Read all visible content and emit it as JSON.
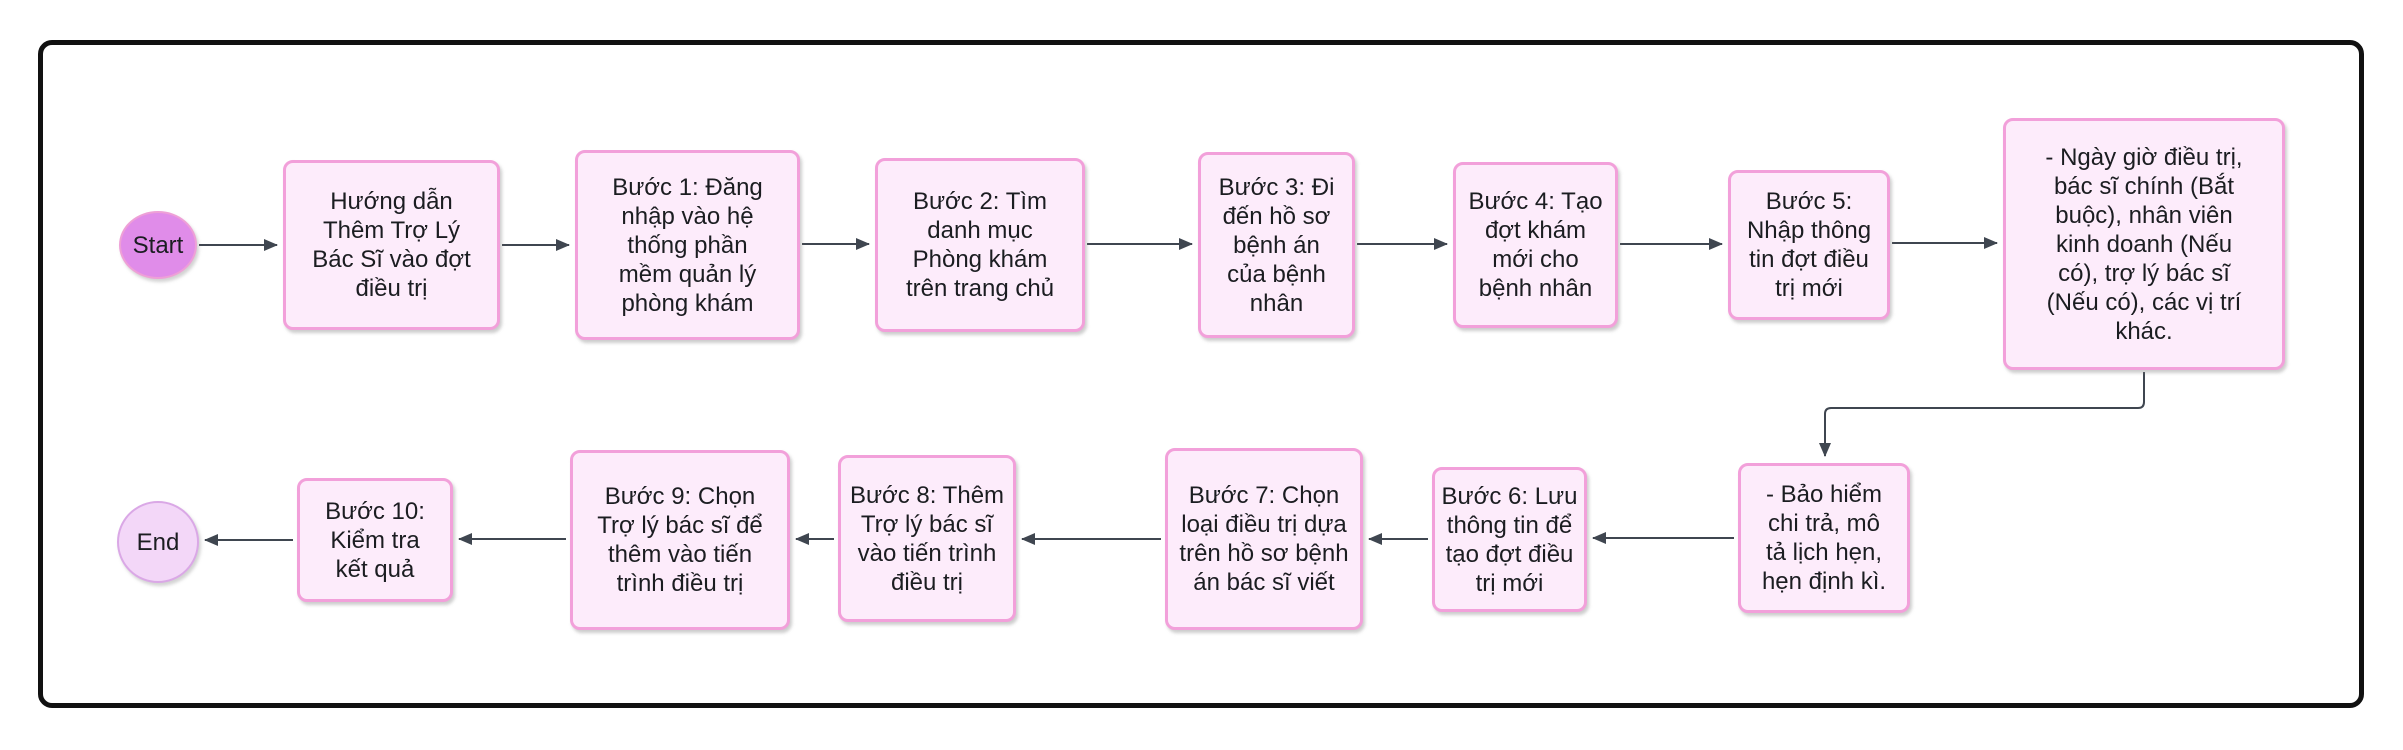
{
  "diagram": {
    "kind": "flowchart",
    "start_label": "Start",
    "end_label": "End"
  },
  "colors": {
    "background": "#ffffff",
    "frame": "#111111",
    "arrow": "#3f4650",
    "text": "#1b1d21",
    "node_fill": "#fdecfb",
    "node_border": "#f2a0da",
    "start_fill": "#e08ce9",
    "start_border": "#eea0d7",
    "end_fill": "#f3d7f8",
    "end_border": "#daa8e6"
  },
  "nodes": [
    {
      "id": "start",
      "shape": "stadium",
      "label": "Start"
    },
    {
      "id": "intro",
      "shape": "rect",
      "label": "Hướng dẫn\nThêm Trợ Lý\nBác Sĩ vào đợt\nđiều trị"
    },
    {
      "id": "step-1",
      "shape": "rect",
      "label": "Bước 1: Đăng\nnhập vào hệ\nthống phần\nmềm quản lý\nphòng khám"
    },
    {
      "id": "step-2",
      "shape": "rect",
      "label": "Bước 2: Tìm\ndanh mục\nPhòng khám\ntrên trang chủ"
    },
    {
      "id": "step-3",
      "shape": "rect",
      "label": "Bước 3: Đi\nđến hồ sơ\nbệnh án\ncủa bệnh\nnhân"
    },
    {
      "id": "step-4",
      "shape": "rect",
      "label": "Bước 4: Tạo\nđợt khám\nmới cho\nbệnh nhân"
    },
    {
      "id": "step-5",
      "shape": "rect",
      "label": "Bước 5:\nNhập thông\ntin đợt điều\ntrị mới"
    },
    {
      "id": "step-5-details-1",
      "shape": "rect",
      "label": "- Ngày giờ điều trị,\nbác sĩ chính (Bắt\nbuộc), nhân viên\nkinh doanh (Nếu\ncó), trợ lý bác sĩ\n(Nếu có), các vị trí\nkhác."
    },
    {
      "id": "step-5-details-2",
      "shape": "rect",
      "label": "- Bảo hiểm\nchi trả, mô\ntả lịch hẹn,\nhẹn định kì."
    },
    {
      "id": "step-6",
      "shape": "rect",
      "label": "Bước 6: Lưu\nthông tin để\ntạo đợt điều\ntrị mới"
    },
    {
      "id": "step-7",
      "shape": "rect",
      "label": "Bước 7: Chọn\nloại điều trị dựa\ntrên hồ sơ bệnh\nán bác sĩ viết"
    },
    {
      "id": "step-8",
      "shape": "rect",
      "label": "Bước 8: Thêm\nTrợ lý bác sĩ\nvào tiến trình\nđiều trị"
    },
    {
      "id": "step-9",
      "shape": "rect",
      "label": "Bước 9: Chọn\nTrợ lý bác sĩ để\nthêm vào tiến\ntrình điều trị"
    },
    {
      "id": "step-10",
      "shape": "rect",
      "label": "Bước 10:\nKiểm tra\nkết quả"
    },
    {
      "id": "end",
      "shape": "circle",
      "label": "End"
    }
  ],
  "edges": [
    {
      "from": "start",
      "to": "intro"
    },
    {
      "from": "intro",
      "to": "step-1"
    },
    {
      "from": "step-1",
      "to": "step-2"
    },
    {
      "from": "step-2",
      "to": "step-3"
    },
    {
      "from": "step-3",
      "to": "step-4"
    },
    {
      "from": "step-4",
      "to": "step-5"
    },
    {
      "from": "step-5",
      "to": "step-5-details-1"
    },
    {
      "from": "step-5-details-1",
      "to": "step-5-details-2"
    },
    {
      "from": "step-5-details-2",
      "to": "step-6"
    },
    {
      "from": "step-6",
      "to": "step-7"
    },
    {
      "from": "step-7",
      "to": "step-8"
    },
    {
      "from": "step-8",
      "to": "step-9"
    },
    {
      "from": "step-9",
      "to": "step-10"
    },
    {
      "from": "step-10",
      "to": "end"
    }
  ]
}
